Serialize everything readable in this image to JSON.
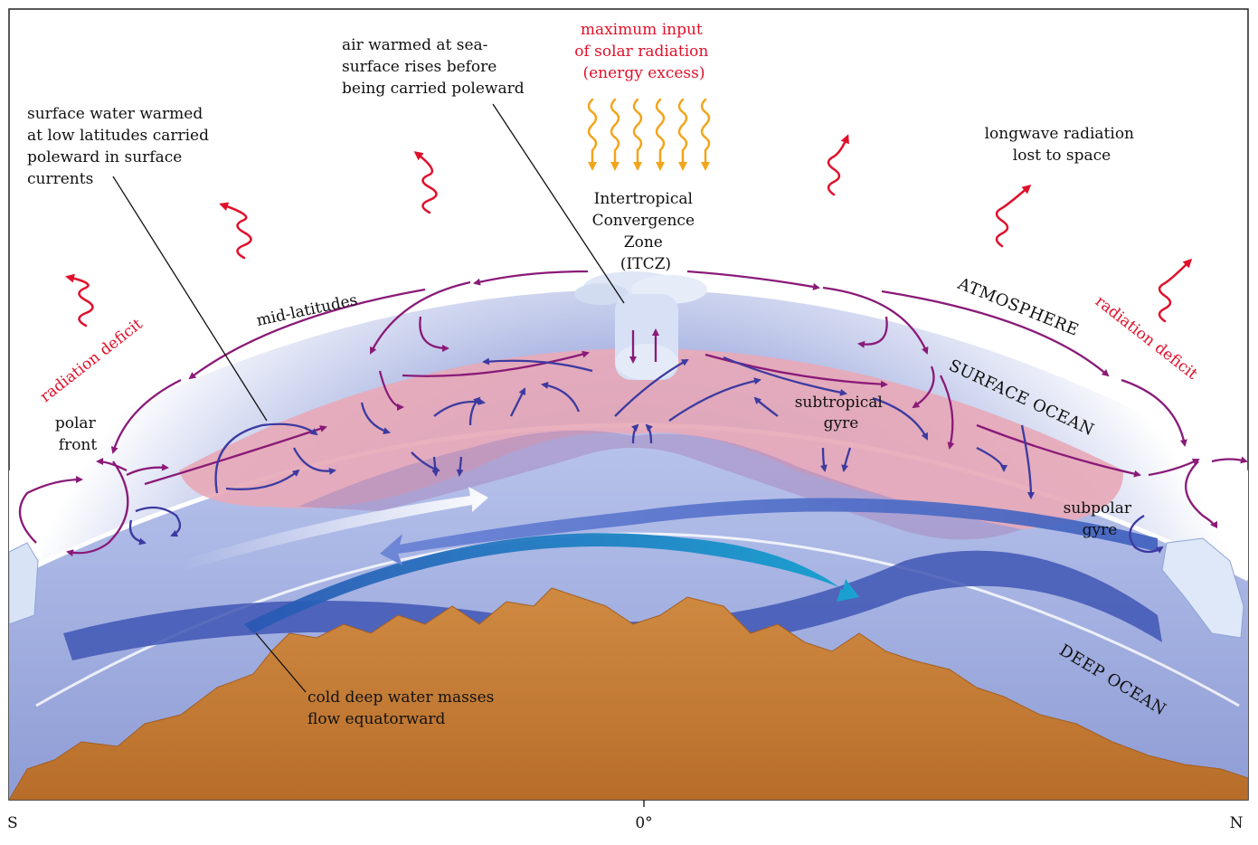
{
  "labels": {
    "maximum_input": [
      "maximum input",
      "of solar radiation",
      "(energy excess)"
    ],
    "air_warmed": [
      "air warmed at sea-",
      "surface rises before",
      "being carried poleward"
    ],
    "surface_water": [
      "surface water warmed",
      "at low latitudes carried",
      "poleward in surface",
      "currents"
    ],
    "longwave": [
      "longwave radiation",
      "lost to space"
    ],
    "itcz": [
      "Intertropical",
      "Convergence",
      "Zone",
      "(ITCZ)"
    ],
    "mid_latitudes": "mid-latitudes",
    "atmosphere": "ATMOSPHERE",
    "radiation_deficit": "radiation deficit",
    "surface_ocean": "SURFACE OCEAN",
    "polar_front": [
      "polar",
      "front"
    ],
    "subtropical_gyre": [
      "subtropical",
      "gyre"
    ],
    "subpolar_gyre": [
      "subpolar",
      "gyre"
    ],
    "deep_ocean": "DEEP OCEAN",
    "cold_deep_water": [
      "cold deep water masses",
      "flow equatorward"
    ]
  },
  "axis": {
    "left": "S",
    "center": "0°",
    "right": "N"
  },
  "colors": {
    "label_red": "#e0102a",
    "circulation_purple": "#8a1a78",
    "gyre_blue": "#3c3aa0",
    "sun_orange": "#f2a51c",
    "ocean_pink": "#e7a9b8",
    "deep_ocean": "#a8b6e2",
    "land": "#c8803a"
  }
}
